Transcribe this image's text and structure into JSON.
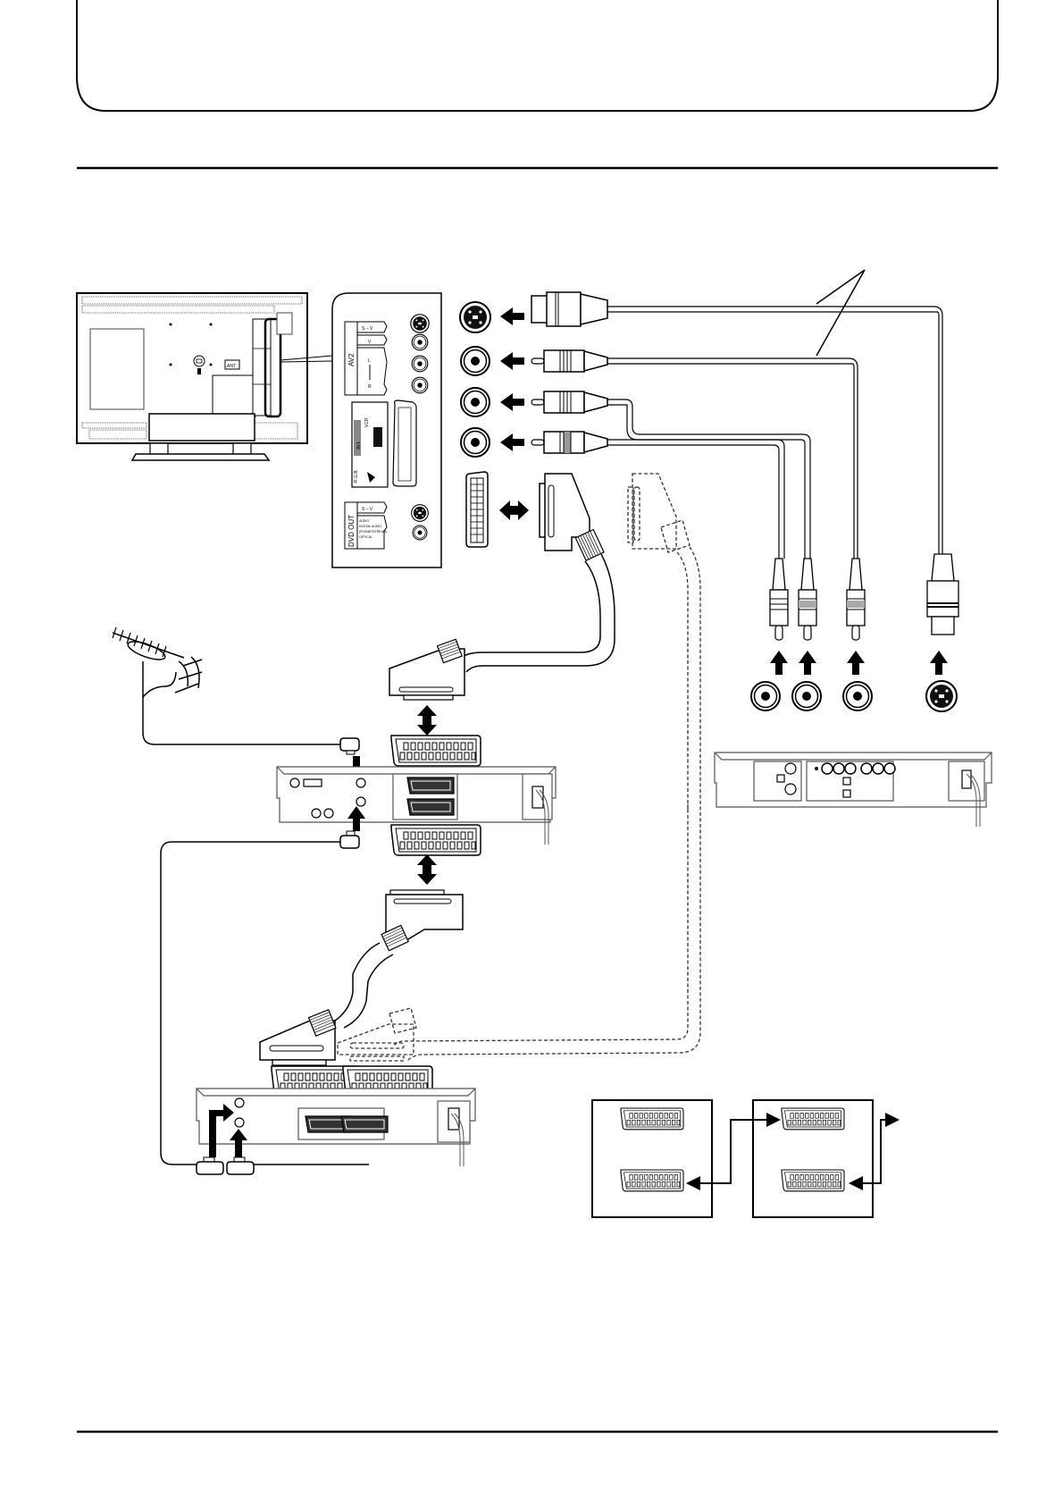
{
  "page": {
    "header_box_text": "",
    "section_title": "",
    "footer_text": ""
  },
  "colors": {
    "ink": "#000000",
    "paper": "#ffffff",
    "panel_gray": "#888888",
    "dashed_gray": "#555555"
  },
  "tv_panel": {
    "av2_label": "AV2",
    "sv_label": "S – V",
    "v_label": "V",
    "l_label": "L",
    "r_label": "R",
    "vcr_label": "VCR",
    "av1_label": "AV1",
    "rgb_label": "R.G.B.",
    "dvd_out_label": "DVD OUT",
    "dvd_sv_label": "S – V",
    "dvd_audio_text": [
      "AUDIO",
      "DIGITAL AUDIO",
      "(PCM/BITSTREAM)",
      "OPTICAL"
    ]
  },
  "tv_back": {
    "ant_label": "ANT"
  },
  "diagram": {
    "connections": [
      {
        "from": "S-Video plug",
        "to": "TV S-Video input (AV2)",
        "arrow": "left"
      },
      {
        "from": "RCA Video plug",
        "to": "TV Video input (AV2)",
        "arrow": "left"
      },
      {
        "from": "RCA Audio L plug",
        "to": "TV Audio L input (AV2)",
        "arrow": "left"
      },
      {
        "from": "RCA Audio R plug",
        "to": "TV Audio R input (AV2)",
        "arrow": "left"
      },
      {
        "from": "SCART plug",
        "to": "TV SCART (AV1)",
        "arrow": "bidirectional"
      },
      {
        "from": "Antenna",
        "to": "VCR RF in",
        "arrow": "down"
      },
      {
        "from": "VCR SCART",
        "to": "TV SCART cable",
        "arrow": "bidirectional"
      },
      {
        "from": "VCR SCART",
        "to": "Decoder SCART cable",
        "arrow": "bidirectional"
      }
    ]
  }
}
